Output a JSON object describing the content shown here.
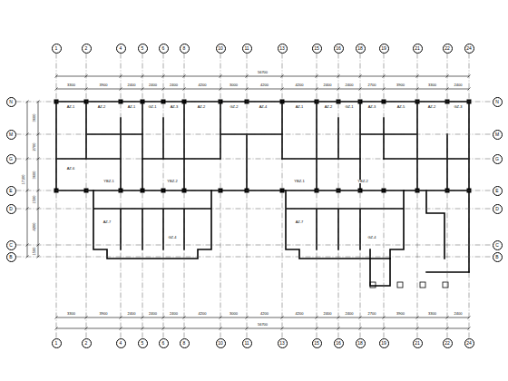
{
  "diagram": {
    "nodes": [
      {
        "text": [
          "1"
        ]
      },
      {
        "text": [
          "2"
        ]
      },
      {
        "text": [
          "4"
        ]
      },
      {
        "text": [
          "5"
        ]
      },
      {
        "text": [
          "6"
        ]
      },
      {
        "text": [
          "8"
        ]
      },
      {
        "text": [
          "10"
        ]
      },
      {
        "text": [
          "11"
        ]
      },
      {
        "text": [
          "13"
        ]
      },
      {
        "text": [
          "15"
        ]
      },
      {
        "text": [
          "16"
        ]
      },
      {
        "text": [
          "18"
        ]
      },
      {
        "text": [
          "19"
        ]
      },
      {
        "text": [
          "21"
        ]
      },
      {
        "text": [
          "22"
        ]
      },
      {
        "text": [
          "24"
        ]
      },
      {
        "text": [
          "N"
        ]
      },
      {
        "text": [
          "M"
        ]
      },
      {
        "text": [
          "G"
        ]
      },
      {
        "text": [
          "E"
        ]
      },
      {
        "text": [
          "D"
        ]
      },
      {
        "text": [
          "C"
        ]
      },
      {
        "text": [
          "B"
        ]
      },
      {
        "text": [
          "N"
        ]
      },
      {
        "text": [
          "M"
        ]
      },
      {
        "text": [
          "G"
        ]
      },
      {
        "text": [
          "E"
        ]
      },
      {
        "text": [
          "D"
        ]
      },
      {
        "text": [
          "C"
        ]
      },
      {
        "text": [
          "B"
        ]
      },
      {
        "text": [
          "1"
        ]
      },
      {
        "text": [
          "2"
        ]
      },
      {
        "text": [
          "4"
        ]
      },
      {
        "text": [
          "5"
        ]
      },
      {
        "text": [
          "6"
        ]
      },
      {
        "text": [
          "8"
        ]
      },
      {
        "text": [
          "10"
        ]
      },
      {
        "text": [
          "11"
        ]
      },
      {
        "text": [
          "13"
        ]
      },
      {
        "text": [
          "15"
        ]
      },
      {
        "text": [
          "16"
        ]
      },
      {
        "text": [
          "18"
        ]
      },
      {
        "text": [
          "19"
        ]
      },
      {
        "text": [
          "21"
        ]
      },
      {
        "text": [
          "22"
        ]
      },
      {
        "text": [
          "24"
        ]
      }
    ],
    "edges": [
      {
        "from": 0,
        "to": 30,
        "arrow": "none"
      },
      {
        "from": 1,
        "to": 31,
        "arrow": "none"
      },
      {
        "from": 2,
        "to": 32,
        "arrow": "none"
      },
      {
        "from": 3,
        "to": 33,
        "arrow": "none"
      },
      {
        "from": 4,
        "to": 34,
        "arrow": "none"
      },
      {
        "from": 5,
        "to": 35,
        "arrow": "none"
      },
      {
        "from": 6,
        "to": 36,
        "arrow": "none"
      },
      {
        "from": 7,
        "to": 37,
        "arrow": "none"
      },
      {
        "from": 8,
        "to": 38,
        "arrow": "none"
      },
      {
        "from": 9,
        "to": 39,
        "arrow": "none"
      },
      {
        "from": 10,
        "to": 40,
        "arrow": "none"
      },
      {
        "from": 11,
        "to": 41,
        "arrow": "none"
      },
      {
        "from": 12,
        "to": 42,
        "arrow": "none"
      },
      {
        "from": 13,
        "to": 43,
        "arrow": "none"
      },
      {
        "from": 14,
        "to": 44,
        "arrow": "none"
      },
      {
        "from": 15,
        "to": 45,
        "arrow": "none"
      },
      {
        "from": 16,
        "to": 23,
        "arrow": "none"
      },
      {
        "from": 17,
        "to": 24,
        "arrow": "none"
      },
      {
        "from": 18,
        "to": 25,
        "arrow": "none"
      },
      {
        "from": 19,
        "to": 26,
        "arrow": "none"
      },
      {
        "from": 20,
        "to": 27,
        "arrow": "none"
      },
      {
        "from": 21,
        "to": 28,
        "arrow": "none"
      },
      {
        "from": 22,
        "to": 29,
        "arrow": "none"
      }
    ],
    "labels": [
      "56700",
      "3300",
      "3900",
      "2400",
      "2400",
      "2400",
      "4200",
      "3000",
      "4200",
      "4200",
      "2400",
      "2400",
      "2700",
      "3900",
      "3300",
      "2400",
      "3300",
      "3900",
      "2400",
      "2400",
      "2400",
      "4200",
      "3000",
      "4200",
      "4200",
      "2400",
      "2400",
      "2700",
      "3900",
      "3300",
      "2400",
      "56700",
      "3600",
      "2700",
      "3600",
      "1500",
      "4200",
      "1500",
      "17100",
      "AZ-1",
      "AZ-2",
      "AZ-1",
      "GZ-1",
      "AZ-3",
      "AZ-2",
      "GZ-2",
      "AZ-4",
      "AZ-1",
      "AZ-2",
      "GZ-1",
      "AZ-3",
      "AZ-5",
      "AZ-2",
      "GZ-3",
      "AZ-6",
      "YBZ-1",
      "YBZ-2",
      "YBZ-1",
      "YBZ-2",
      "AZ-7",
      "AZ-7",
      "GZ-4",
      "GZ-4"
    ]
  }
}
